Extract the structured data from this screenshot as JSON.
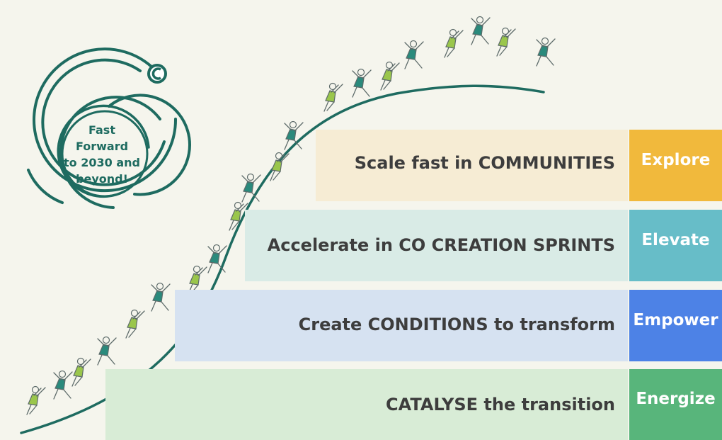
{
  "spiral": {
    "lines": [
      "Fast",
      "Forward",
      "to 2030 and",
      "beyond!"
    ],
    "symbol": "copyright-icon"
  },
  "stages": [
    {
      "statement": "Scale fast in COMMUNITIES",
      "tag": "Explore",
      "color": "#f1b93c"
    },
    {
      "statement": "Accelerate in CO CREATION SPRINTS",
      "tag": "Elevate",
      "color": "#67bdc8"
    },
    {
      "statement": "Create CONDITIONS to transform",
      "tag": "Empower",
      "color": "#4d82e6"
    },
    {
      "statement": "CATALYSE the transition",
      "tag": "Energize",
      "color": "#58b57b"
    }
  ],
  "colors": {
    "curve": "#1e6b60",
    "figure_line": "#5d6b6a",
    "figure_fill_light": "#9ac64b",
    "figure_fill_dark": "#2a8a7c"
  },
  "illustration": "climbing-people-icons"
}
